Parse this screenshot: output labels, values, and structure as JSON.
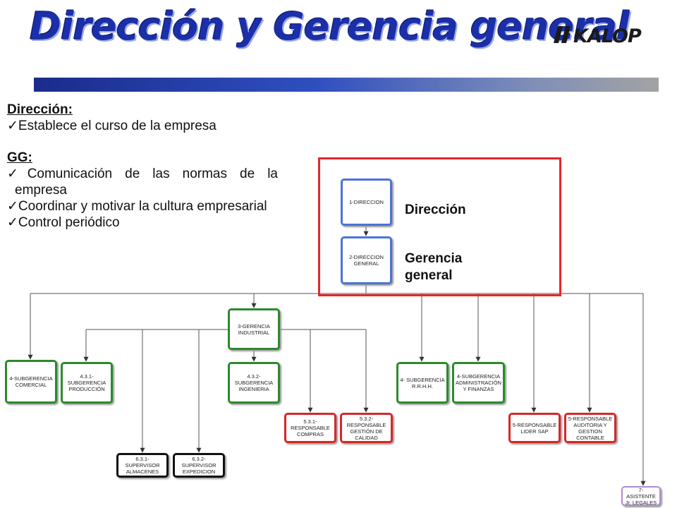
{
  "header": {
    "title": "Dirección y Gerencia general",
    "logo_text": "KALOP",
    "title_color": "#1b2fa8"
  },
  "left_panel": {
    "direccion_heading": "Dirección:",
    "direccion_items": [
      "Establece el curso de la empresa"
    ],
    "gg_heading": "GG:",
    "gg_items": [
      "Comunicación de las normas de la empresa",
      "Coordinar y motivar la cultura empresarial",
      "Control periódico"
    ],
    "check_icon": "check-icon"
  },
  "highlight": {
    "label_direccion": "Dirección",
    "label_gerencia": "Gerencia general",
    "frame_color": "#e3262b"
  },
  "org_chart": {
    "nodes": [
      {
        "id": "n1",
        "text": "1-DIRECCION",
        "style": "blue"
      },
      {
        "id": "n2",
        "text": "2-DIRECCION GENERAL",
        "style": "blue"
      },
      {
        "id": "n3",
        "text": "3-GERENCIA INDUSTRIAL",
        "style": "green"
      },
      {
        "id": "n4",
        "text": "4-SUBGERENCIA COMERCIAL",
        "style": "green"
      },
      {
        "id": "n431",
        "text": "4.3.1- SUBGERENCIA PRODUCCIÓN",
        "style": "green"
      },
      {
        "id": "n432",
        "text": "4.3.2- SUBGERENCIA INGENIERIA",
        "style": "green"
      },
      {
        "id": "n4rrhh",
        "text": "4- SUBGERENCIA R.R.H.H.",
        "style": "green"
      },
      {
        "id": "n4adm",
        "text": "4-SUBGERENCIA ADMINISTRACIÓN Y FINANZAS",
        "style": "green"
      },
      {
        "id": "n531",
        "text": "5.3.1- RESPONSABLE COMPRAS",
        "style": "red"
      },
      {
        "id": "n532",
        "text": "5.3.2- RESPONSABLE GESTIÓN DE CALIDAD",
        "style": "red"
      },
      {
        "id": "n5sap",
        "text": "5-RESPONSABLE LIDER SAP",
        "style": "red"
      },
      {
        "id": "n5aud",
        "text": "5-RESPONSABLE AUDITORIA Y GESTION CONTABLE",
        "style": "red"
      },
      {
        "id": "n631",
        "text": "6.3.1-SUPERVISOR ALMACENES",
        "style": "black"
      },
      {
        "id": "n632",
        "text": "6.3.2-SUPERVISOR EXPEDICION",
        "style": "black"
      },
      {
        "id": "n7",
        "text": "7-ASISTENTE Jr. LEGALES",
        "style": "purple"
      }
    ]
  }
}
